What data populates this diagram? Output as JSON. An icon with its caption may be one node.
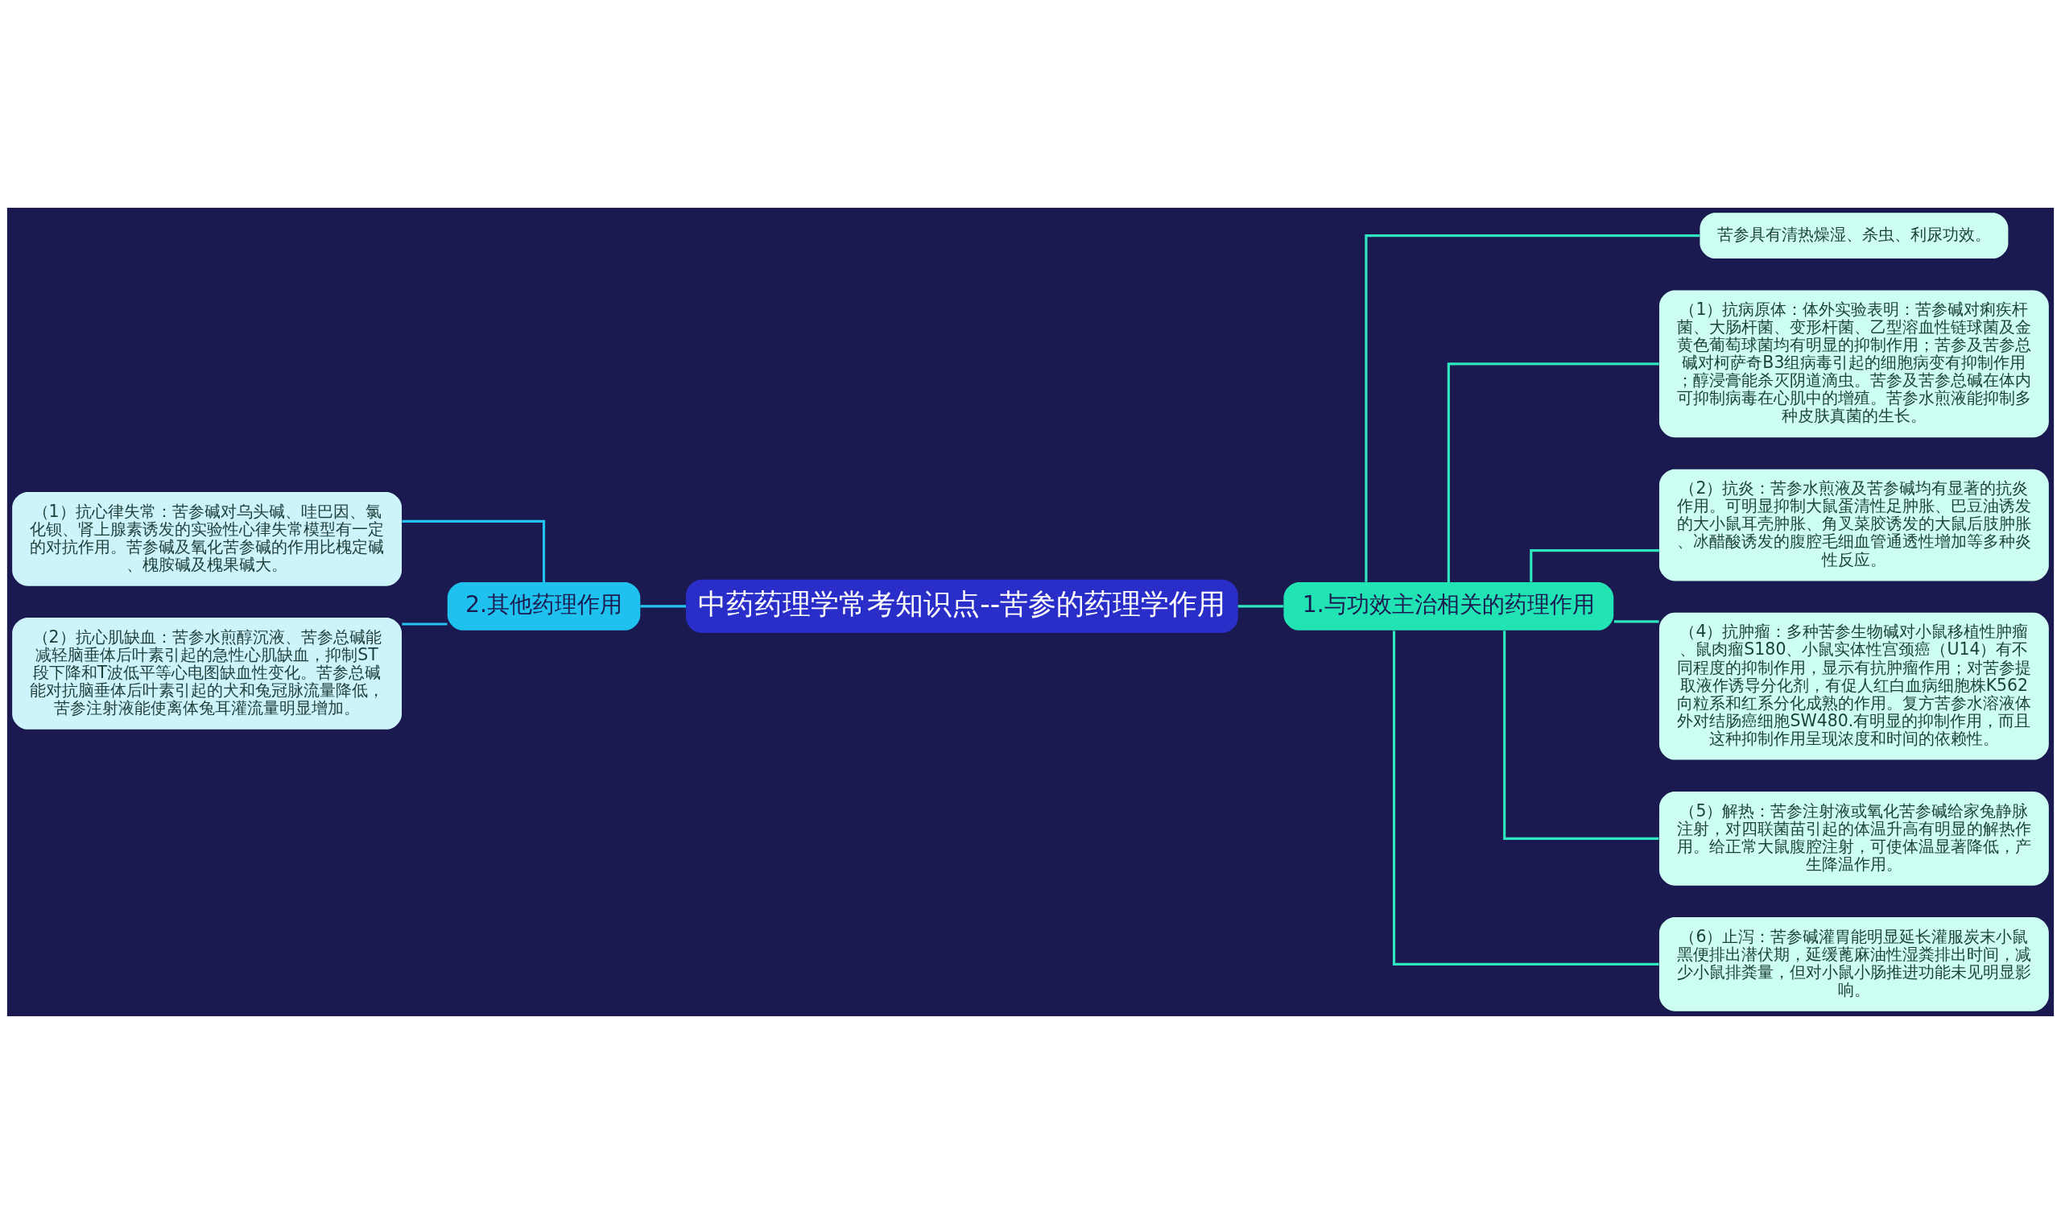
{
  "diagram": {
    "nodes": [
      {
        "text": [
          "中药药理学常考知识点--苦参的药理学作用"
        ]
      },
      {
        "text": [
          "1.与功效主治相关的药理作用"
        ]
      },
      {
        "text": [
          "苦参具有清热燥湿、杀虫、利尿功效。"
        ]
      },
      {
        "text": [
          "（1）抗病原体：体外实验表明：苦参碱对痢疾杆菌、大肠杆菌、变形杆菌、乙型溶血性链球菌及金黄色葡萄球菌均有明显的抑制作用；苦参及苦参总碱对柯萨奇B3组病毒引起的细胞病变有抑制作用；醇浸膏能杀灭阴道滴虫。苦参及苦参总碱在体内可抑制病毒在心肌中的增殖。苦参水煎液能抑制多种皮肤真菌的生长。"
        ]
      },
      {
        "text": [
          "（2）抗炎：苦参水煎液及苦参碱均有显著的抗炎作用。可明显抑制大鼠蛋清性足肿胀、巴豆油诱发的大小鼠耳壳肿胀、角叉菜胶诱发的大鼠后肢肿胀、冰醋酸诱发的腹腔毛细血管通透性增加等多种炎性反应。"
        ]
      },
      {
        "text": [
          "（4）抗肿瘤：多种苦参生物碱对小鼠移植性肿瘤、鼠肉瘤S180、小鼠实体性宫颈癌（U14）有不同程度的抑制作用，显示有抗肿瘤作用；对苦参提取液作诱导分化剂，有促人红白血病细胞株K562向粒系和红系分化成熟的作用。复方苦参水溶液体外对结肠癌细胞SW480.有明显的抑制作用，而且这种抑制作用呈现浓度和时间的依赖性。"
        ]
      },
      {
        "text": [
          "（5）解热：苦参注射液或氧化苦参碱给家兔静脉注射，对四联菌苗引起的体温升高有明显的解热作用。给正常大鼠腹腔注射，可使体温显著降低，产生降温作用。"
        ]
      },
      {
        "text": [
          "（6）止泻：苦参碱灌胃能明显延长灌服炭末小鼠黑便排出潜伏期，延缓蓖麻油性湿粪排出时间，减少小鼠排粪量，但对小鼠小肠推进功能未见明显影响。"
        ]
      },
      {
        "text": [
          "2.其他药理作用"
        ]
      },
      {
        "text": [
          "（1）抗心律失常：苦参碱对乌头碱、哇巴因、氯化钡、肾上腺素诱发的实验性心律失常模型有一定的对抗作用。苦参碱及氧化苦参碱的作用比槐定碱、槐胺碱及槐果碱大。"
        ]
      },
      {
        "text": [
          "（2）抗心肌缺血：苦参水煎醇沉液、苦参总碱能减轻脑垂体后叶素引起的急性心肌缺血，抑制ST段下降和T波低平等心电图缺血性变化。苦参总碱能对抗脑垂体后叶素引起的犬和兔冠脉流量降低，苦参注射液能使离体兔耳灌流量明显增加。"
        ]
      }
    ],
    "edges": [
      {
        "from": 0,
        "to": 1,
        "arrow": "none"
      },
      {
        "from": 1,
        "to": 2,
        "arrow": "none"
      },
      {
        "from": 1,
        "to": 3,
        "arrow": "none"
      },
      {
        "from": 1,
        "to": 4,
        "arrow": "none"
      },
      {
        "from": 1,
        "to": 5,
        "arrow": "none"
      },
      {
        "from": 1,
        "to": 6,
        "arrow": "none"
      },
      {
        "from": 1,
        "to": 7,
        "arrow": "none"
      },
      {
        "from": 0,
        "to": 8,
        "arrow": "none",
        "color": "#22c3f0"
      },
      {
        "from": 8,
        "to": 9,
        "arrow": "none",
        "color": "#22c3f0"
      },
      {
        "from": 8,
        "to": 10,
        "arrow": "none",
        "color": "#22c3f0"
      }
    ]
  }
}
